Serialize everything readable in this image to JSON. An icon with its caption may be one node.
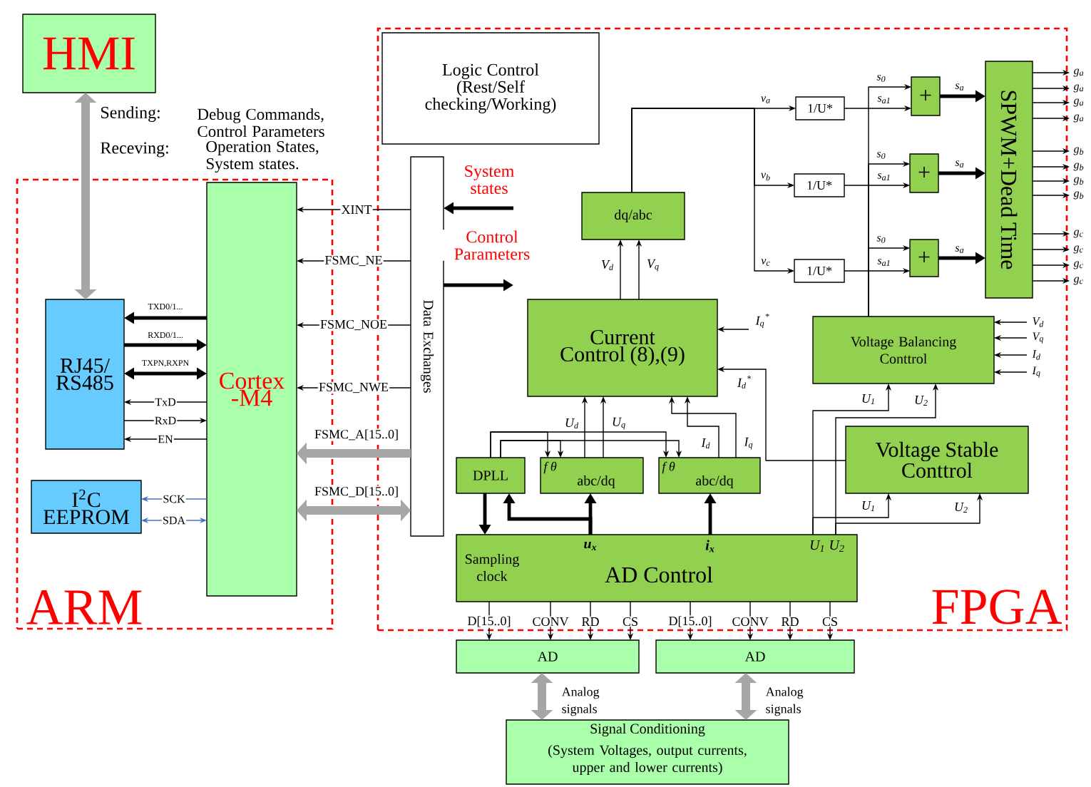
{
  "diagram": {
    "nodes": [
      {
        "text": [
          "HMI"
        ]
      },
      {
        "text": [
          "ARM"
        ]
      },
      {
        "text": [
          "RJ45/ RS485"
        ],
        "in": 1
      },
      {
        "text": [
          "I$^{2}$C EEPROM"
        ],
        "in": 1
      },
      {
        "text": [
          "Cortex -M4"
        ],
        "in": 1
      },
      {
        "text": [
          "FPGA"
        ]
      },
      {
        "text": [
          "Logic Control (Rest/Self checking/Working)"
        ],
        "in": 5
      },
      {
        "text": [
          "Data Exchanges"
        ],
        "in": 5
      },
      {
        "text": [
          "dq/abc"
        ],
        "in": 5
      },
      {
        "text": [
          "Current Control (8),(9)"
        ],
        "in": 5
      },
      {
        "text": [
          "1/U*"
        ],
        "in": 5
      },
      {
        "text": [
          "1/U*"
        ],
        "in": 5
      },
      {
        "text": [
          "1/U*"
        ],
        "in": 5
      },
      {
        "text": [
          "+"
        ],
        "in": 5
      },
      {
        "text": [
          "+"
        ],
        "in": 5
      },
      {
        "text": [
          "+"
        ],
        "in": 5
      },
      {
        "text": [
          "SPWM+Dead Time"
        ],
        "in": 5
      },
      {
        "text": [
          "Voltage Balancing Conttrol"
        ],
        "in": 5
      },
      {
        "text": [
          "Voltage Stable Conttrol"
        ],
        "in": 5
      },
      {
        "text": [
          "DPLL"
        ],
        "in": 5
      },
      {
        "text": [
          "f θ",
          "abc/dq"
        ],
        "in": 5
      },
      {
        "text": [
          "f θ",
          "abc/dq"
        ],
        "in": 5
      },
      {
        "text": [
          "Sampling clock",
          "u$_{x}$",
          "i$_{x}$",
          "U$_{1}$ U$_{2}$",
          "AD Control"
        ],
        "in": 5
      },
      {
        "text": [
          "AD"
        ]
      },
      {
        "text": [
          "AD"
        ]
      },
      {
        "text": [
          "Signal Conditioning",
          "(System Voltages, output currents, upper and lower currents)"
        ]
      }
    ],
    "edges": [
      {
        "from": 0,
        "to": 2,
        "arrow": "both",
        "style": "thick",
        "color": "#a6a6a6"
      },
      {
        "from": 4,
        "to": 2,
        "arrow": "to",
        "label": "TXD0/1...",
        "style": "thick"
      },
      {
        "from": 2,
        "to": 4,
        "arrow": "to",
        "label": "RXD0/1...",
        "style": "thick"
      },
      {
        "from": 2,
        "to": 4,
        "arrow": "both",
        "label": "TXPN,RXPN",
        "style": "thick"
      },
      {
        "from": 4,
        "to": 2,
        "arrow": "to",
        "label": "TxD"
      },
      {
        "from": 2,
        "to": 4,
        "arrow": "to",
        "label": "RxD"
      },
      {
        "from": 4,
        "to": 2,
        "arrow": "to",
        "label": "EN"
      },
      {
        "from": 4,
        "to": 3,
        "arrow": "to",
        "label": "SCK",
        "color": "#4472c4"
      },
      {
        "from": 3,
        "to": 4,
        "arrow": "both",
        "label": "SDA",
        "color": "#4472c4"
      },
      {
        "from": 7,
        "to": 4,
        "arrow": "to",
        "label": "XINT"
      },
      {
        "from": 7,
        "to": 4,
        "arrow": "to",
        "label": "FSMC_NE"
      },
      {
        "from": 7,
        "to": 4,
        "arrow": "to",
        "label": "FSMC_NOE"
      },
      {
        "from": 7,
        "to": 4,
        "arrow": "to",
        "label": "FSMC_NWE"
      },
      {
        "from": 7,
        "to": 4,
        "arrow": "to",
        "label": "FSMC_A[15..0]",
        "style": "thick",
        "color": "#a6a6a6"
      },
      {
        "from": 7,
        "to": 4,
        "arrow": "both",
        "label": "FSMC_D[15..0]",
        "style": "thick",
        "color": "#a6a6a6"
      },
      {
        "from": null,
        "to": 7,
        "arrow": "to",
        "label": "System states",
        "style": "thick"
      },
      {
        "from": 7,
        "to": null,
        "arrow": "to",
        "label": "Control Parameters",
        "style": "thick"
      },
      {
        "from": 9,
        "to": 8,
        "arrow": "to",
        "label": "V$_{d}$"
      },
      {
        "from": 9,
        "to": 8,
        "arrow": "to",
        "label": "V$_{q}$"
      },
      {
        "from": 8,
        "to": 10,
        "arrow": "to",
        "label": "v$_{a}$"
      },
      {
        "from": 8,
        "to": 11,
        "arrow": "to",
        "label": "v$_{b}$"
      },
      {
        "from": 8,
        "to": 12,
        "arrow": "to",
        "label": "v$_{c}$"
      },
      {
        "from": 10,
        "to": 13,
        "arrow": "to",
        "label": "s$_{a1}$"
      },
      {
        "from": 11,
        "to": 14,
        "arrow": "to",
        "label": "s$_{a1}$"
      },
      {
        "from": 12,
        "to": 15,
        "arrow": "to",
        "label": "s$_{a1}$"
      },
      {
        "from": 17,
        "to": 13,
        "arrow": "to",
        "label": "s$_{0}$"
      },
      {
        "from": 17,
        "to": 14,
        "arrow": "to",
        "label": "s$_{0}$"
      },
      {
        "from": 17,
        "to": 15,
        "arrow": "to",
        "label": "s$_{0}$"
      },
      {
        "from": 13,
        "to": 16,
        "arrow": "to",
        "label": "s$_{a}$",
        "style": "thick"
      },
      {
        "from": 14,
        "to": 16,
        "arrow": "to",
        "label": "s$_{a}$",
        "style": "thick"
      },
      {
        "from": 15,
        "to": 16,
        "arrow": "to",
        "label": "s$_{a}$",
        "style": "thick"
      },
      {
        "from": 16,
        "to": null,
        "arrow": "to",
        "label": "g$_{a}$"
      },
      {
        "from": 16,
        "to": null,
        "arrow": "to",
        "label": "g$_{a}$"
      },
      {
        "from": 16,
        "to": null,
        "arrow": "to",
        "label": "g$_{a}$"
      },
      {
        "from": 16,
        "to": null,
        "arrow": "to",
        "label": "g$_{a}$"
      },
      {
        "from": 16,
        "to": null,
        "arrow": "to",
        "label": "g$_{b}$"
      },
      {
        "from": 16,
        "to": null,
        "arrow": "to",
        "label": "g$_{b}$"
      },
      {
        "from": 16,
        "to": null,
        "arrow": "to",
        "label": "g$_{b}$"
      },
      {
        "from": 16,
        "to": null,
        "arrow": "to",
        "label": "g$_{b}$"
      },
      {
        "from": 16,
        "to": null,
        "arrow": "to",
        "label": "g$_{c}$"
      },
      {
        "from": 16,
        "to": null,
        "arrow": "to",
        "label": "g$_{c}$"
      },
      {
        "from": 16,
        "to": null,
        "arrow": "to",
        "label": "g$_{c}$"
      },
      {
        "from": 16,
        "to": null,
        "arrow": "to",
        "label": "g$_{c}$"
      },
      {
        "from": null,
        "to": 17,
        "arrow": "to",
        "label": "V$_{d}$"
      },
      {
        "from": null,
        "to": 17,
        "arrow": "to",
        "label": "V$_{q}$"
      },
      {
        "from": null,
        "to": 17,
        "arrow": "to",
        "label": "I$_{d}$"
      },
      {
        "from": null,
        "to": 17,
        "arrow": "to",
        "label": "I$_{q}$"
      },
      {
        "from": null,
        "to": 9,
        "arrow": "to",
        "label": "I$_{q}$$^{*}$"
      },
      {
        "from": 18,
        "to": 9,
        "arrow": "to",
        "label": "I$_{d}$$^{*}$"
      },
      {
        "from": 20,
        "to": 9,
        "arrow": "to",
        "label": "U$_{d}$"
      },
      {
        "from": 20,
        "to": 9,
        "arrow": "to",
        "label": "U$_{q}$"
      },
      {
        "from": 21,
        "to": 9,
        "arrow": "to",
        "label": "I$_{d}$"
      },
      {
        "from": 21,
        "to": 9,
        "arrow": "to",
        "label": "I$_{q}$"
      },
      {
        "from": 19,
        "to": 20,
        "arrow": "to"
      },
      {
        "from": 19,
        "to": 20,
        "arrow": "to"
      },
      {
        "from": 19,
        "to": 21,
        "arrow": "to"
      },
      {
        "from": 19,
        "to": 21,
        "arrow": "to"
      },
      {
        "from": 19,
        "to": 22,
        "arrow": "to",
        "style": "thick"
      },
      {
        "from": 22,
        "to": 19,
        "arrow": "to",
        "style": "thick"
      },
      {
        "from": 22,
        "to": 20,
        "arrow": "to",
        "style": "thick"
      },
      {
        "from": 22,
        "to": 21,
        "arrow": "to",
        "style": "thick"
      },
      {
        "from": 22,
        "to": 17,
        "arrow": "to",
        "label": "U$_{1}$"
      },
      {
        "from": 22,
        "to": 17,
        "arrow": "to",
        "label": "U$_{2}$"
      },
      {
        "from": 22,
        "to": 18,
        "arrow": "to",
        "label": "U$_{1}$"
      },
      {
        "from": 22,
        "to": 18,
        "arrow": "to",
        "label": "U$_{2}$"
      },
      {
        "from": 22,
        "to": 23,
        "arrow": "to",
        "label": "D[15..0]"
      },
      {
        "from": 22,
        "to": 23,
        "arrow": "to",
        "label": "CONV"
      },
      {
        "from": 22,
        "to": 23,
        "arrow": "to",
        "label": "RD"
      },
      {
        "from": 22,
        "to": 23,
        "arrow": "to",
        "label": "CS"
      },
      {
        "from": 22,
        "to": 24,
        "arrow": "to",
        "label": "D[15..0]"
      },
      {
        "from": 22,
        "to": 24,
        "arrow": "to",
        "label": "CONV"
      },
      {
        "from": 22,
        "to": 24,
        "arrow": "to",
        "label": "RD"
      },
      {
        "from": 22,
        "to": 24,
        "arrow": "to",
        "label": "CS"
      },
      {
        "from": 23,
        "to": 25,
        "arrow": "both",
        "label": "Analog signals",
        "style": "thick",
        "color": "#a6a6a6"
      },
      {
        "from": 24,
        "to": 25,
        "arrow": "both",
        "label": "Analog signals",
        "style": "thick",
        "color": "#a6a6a6"
      }
    ],
    "labels": [
      "Sending:",
      "Debug Commands, Control Parameters",
      "Receving:",
      "Operation States, System states."
    ]
  }
}
